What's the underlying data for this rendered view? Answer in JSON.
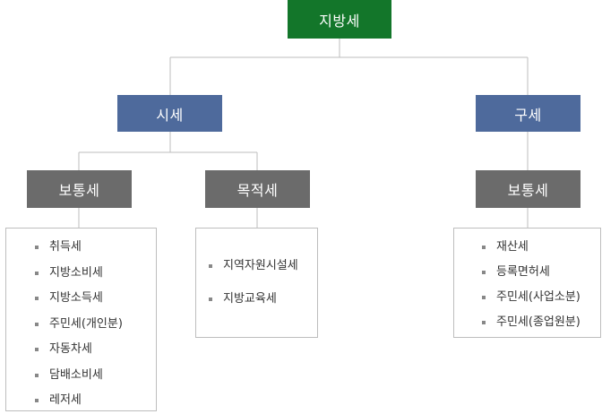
{
  "root": {
    "label": "지방세"
  },
  "si": {
    "label": "시세",
    "bottong": {
      "label": "보통세",
      "items": [
        "취득세",
        "지방소비세",
        "지방소득세",
        "주민세(개인분)",
        "자동차세",
        "담배소비세",
        "레저세"
      ]
    },
    "mokjeok": {
      "label": "목적세",
      "items": [
        "지역자원시설세",
        "지방교육세"
      ]
    }
  },
  "gu": {
    "label": "구세",
    "bottong": {
      "label": "보통세",
      "items": [
        "재산세",
        "등록면허세",
        "주민세(사업소분)",
        "주민세(종업원분)"
      ]
    }
  },
  "colors": {
    "root": "#13762a",
    "city": "#4e6a9c",
    "category": "#6b6b6b",
    "line": "#bdbdbd"
  }
}
